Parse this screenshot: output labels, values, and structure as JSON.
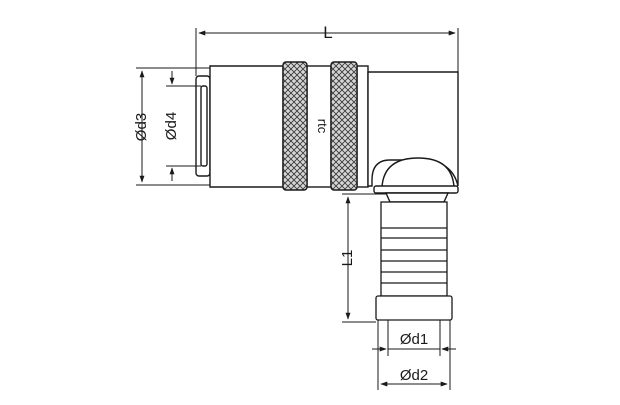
{
  "drawing": {
    "logo_text": "rtc",
    "dimensions": {
      "L": "L",
      "L1": "L1",
      "d1": "Ød1",
      "d2": "Ød2",
      "d3": "Ød3",
      "d4": "Ød4"
    }
  },
  "colors": {
    "line": "#1a1a1a",
    "body_fill": "#ffffff",
    "knurl_fill": "#d9d9d9",
    "knurl_hatch": "#3a3a3a"
  }
}
